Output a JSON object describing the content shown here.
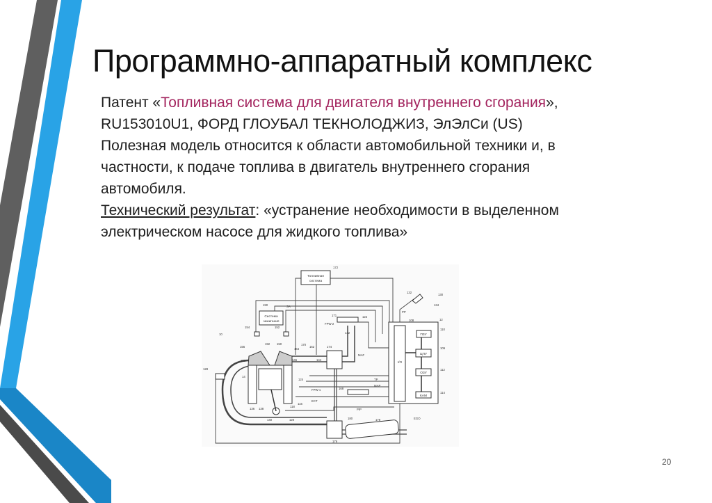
{
  "slide": {
    "title": "Программно-аппаратный комплекс",
    "page_number": "20",
    "accent_color": "#a3245e",
    "decor_colors": {
      "blue": "#29a3e6",
      "gray": "#5f5f5f",
      "dark_blue": "#1a86c7"
    }
  },
  "body": {
    "patent_prefix": "Патент «",
    "patent_title": "Топливная система для двигателя внутреннего сгорания",
    "patent_suffix": "»,",
    "line2": "RU153010U1, ФОРД ГЛОУБАЛ ТЕКНОЛОДЖИЗ, ЭлЭлСи (US)",
    "line3": "Полезная модель относится к области автомобильной техники и, в",
    "line4": "частности, к подаче топлива в двигатель внутреннего сгорания",
    "line5": "автомобиля.",
    "result_label": "Технический результат",
    "result_text": ": «устранение необходимости в выделенном",
    "line7": "электрическом насосе для жидкого топлива»"
  },
  "diagram": {
    "fuel_system": [
      "Топливная",
      "система"
    ],
    "ignition_system": [
      "Система",
      "зажигания"
    ],
    "rom": "ПЗУ",
    "cpu": "ЦПУ",
    "ram": "ОЗУ",
    "kam": "КАМ",
    "io": "I/O",
    "signals": {
      "sa": "SA",
      "pp": "PP",
      "fpw2": "FPW-2",
      "fpw1": "FPW-1",
      "maf": "MAF",
      "tp": "TP",
      "map": "MAP",
      "ect": "ECT",
      "pip": "PIP",
      "ego": "EGO"
    },
    "refs": {
      "r172": "172",
      "r190": "190",
      "r171": "171",
      "r122": "122",
      "r142": "142",
      "r132": "132",
      "r130": "130",
      "r134": "134",
      "r108": "108",
      "r12": "12",
      "r110": "110",
      "r106": "106",
      "r112": "112",
      "r114": "114",
      "r10": "10",
      "r154": "154",
      "r152": "152",
      "r192": "192",
      "r150": "150",
      "r156": "156",
      "r158": "158",
      "r14": "14",
      "r128": "128",
      "r170": "170",
      "r164": "164",
      "r162": "162",
      "r146": "146",
      "r144": "144",
      "r174": "174",
      "r124": "124",
      "r168": "168",
      "r136": "136",
      "r138": "138",
      "r118": "118",
      "r116": "116",
      "r140": "140",
      "r120": "120",
      "r180": "180",
      "r178": "178",
      "r176": "176"
    }
  }
}
